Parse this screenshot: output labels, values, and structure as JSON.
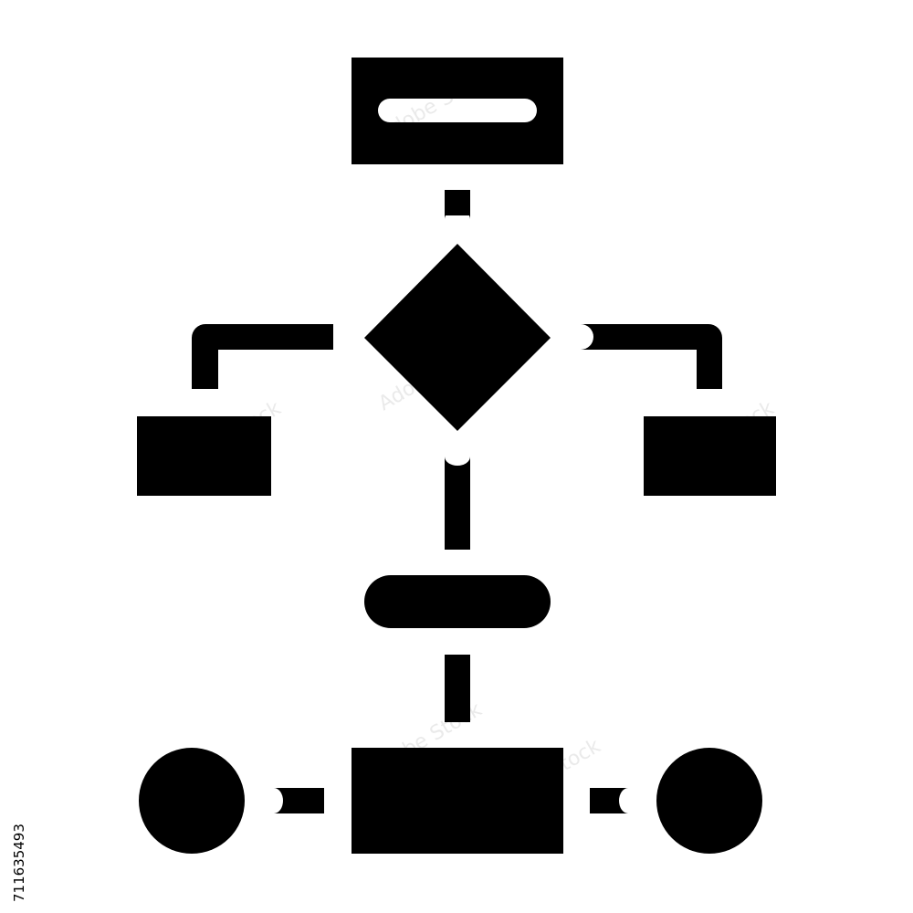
{
  "image": {
    "subject": "flowchart-glyph-icon",
    "style": "solid-glyph",
    "background_color": "#ffffff",
    "foreground_color": "#000000",
    "watermark": "Adobe Stock",
    "stock_id_text": "711635493"
  }
}
